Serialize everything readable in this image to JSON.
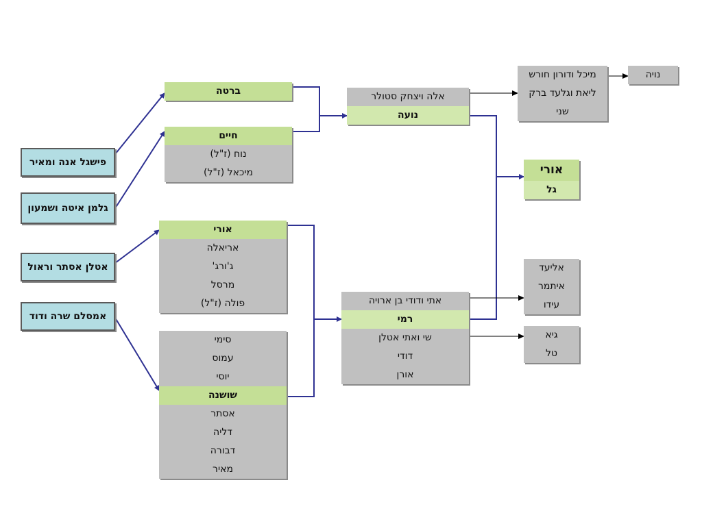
{
  "grandparents": [
    "פישגל אנה ומאיר",
    "גלמן איטה ושמעון",
    "אטלן אסתר וראול",
    "אמסלם שרה ודוד"
  ],
  "bracha_box": {
    "name": "ברטה"
  },
  "chaim_box": {
    "name": "חיים",
    "siblings": [
      "נוח (ז\"ל)",
      "מיכאל (ז\"ל)"
    ]
  },
  "uri_box": {
    "name": "אורי",
    "siblings": [
      "אריאלה",
      "ג'ורג'",
      "מרסל",
      "פולה (ז\"ל)"
    ]
  },
  "shoshana_box": {
    "siblings_above": [
      "סימי",
      "עמוס",
      "יוסי"
    ],
    "name": "שושנה",
    "siblings_below": [
      "אסתר",
      "דליה",
      "דבורה",
      "מאיר"
    ]
  },
  "noa_box": {
    "sibling_above": "אלה ויצחק סטולר",
    "name": "נועה"
  },
  "rami_box": {
    "sibling_above": "אתי ודודי בן ארויה",
    "name": "רמי",
    "siblings_below": [
      "שי ואתי אטלן",
      "דודי",
      "אורן"
    ]
  },
  "ella_children": [
    "מיכל ודורון חורש",
    "ליאת וגלעד ברק",
    "שני"
  ],
  "michal_child": "נויה",
  "children": {
    "first": "אורי",
    "second": "גל"
  },
  "etti_children": [
    "אליעד",
    "איתמר",
    "עידו"
  ],
  "shai_children": [
    "גיא",
    "טל"
  ]
}
